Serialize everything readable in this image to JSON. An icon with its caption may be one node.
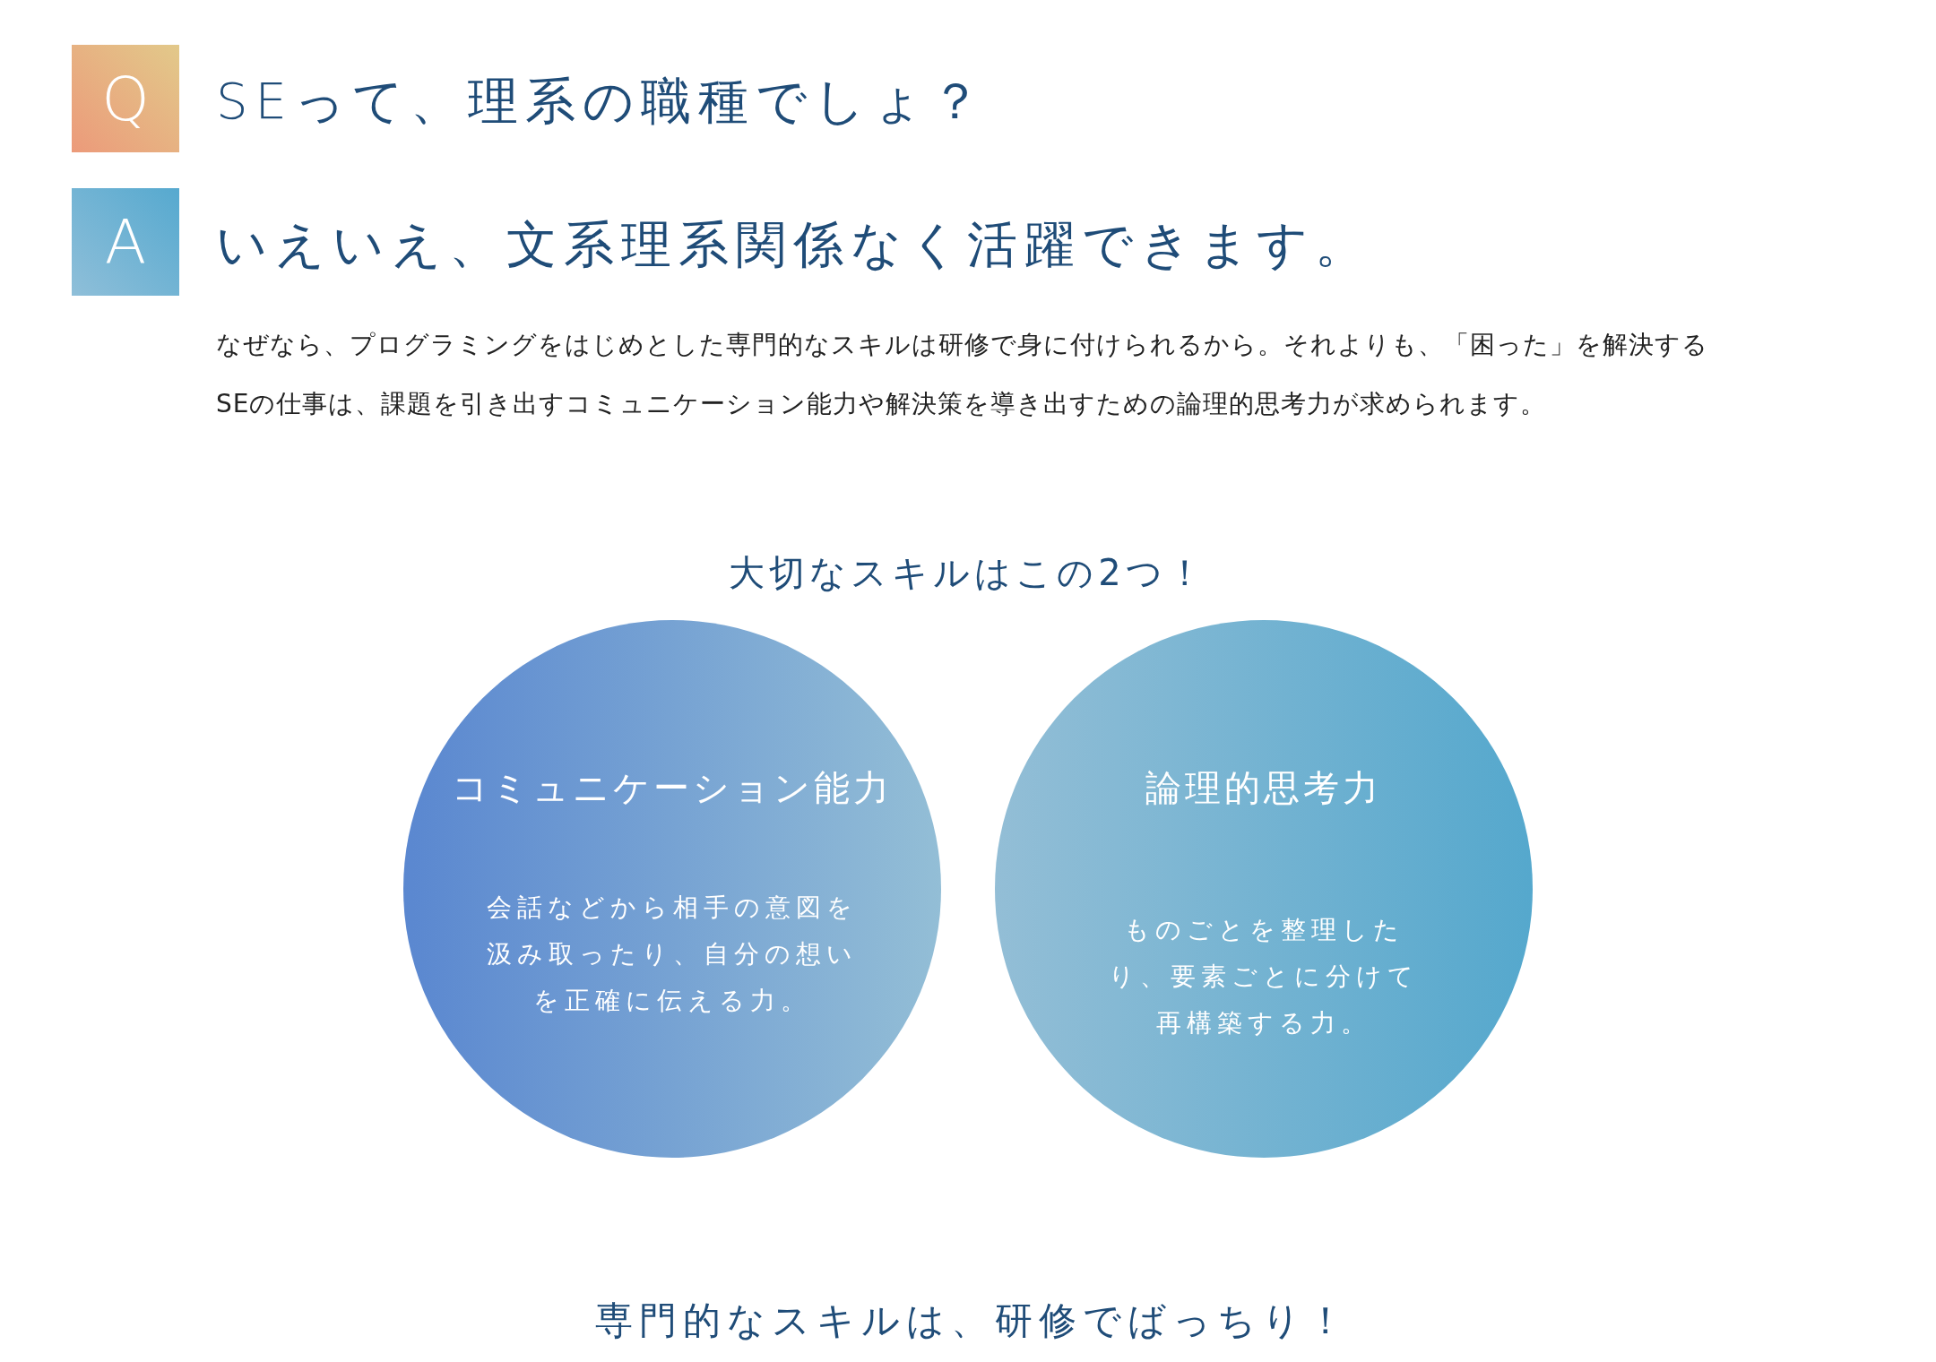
{
  "diagram": {
    "nodes": [
      {
        "text": [
          "Q"
        ]
      },
      {
        "text": [
          "A"
        ]
      },
      {
        "text": [
          "コミュニケーション能力",
          "会話などから相手の意図を汲み取ったり、自分の想いを正確に伝える力。"
        ]
      },
      {
        "text": [
          "論理的思考力",
          "ものごとを整理したり、要素ごとに分けて再構築する力。"
        ]
      }
    ],
    "labels": [
      "SEって、理系の職種でしょ？",
      "いえいえ、文系理系関係なく活躍できます。",
      "なぜなら、プログラミングをはじめとした専門的なスキルは研修で身に付けられるから。それよりも、「困った」を解決するSEの仕事は、課題を引き出すコミュニケーション能力や解決策を導き出すための論理的思考力が求められます。",
      "大切なスキルはこの2つ！",
      "専門的なスキルは、研修でばっちり！"
    ]
  }
}
